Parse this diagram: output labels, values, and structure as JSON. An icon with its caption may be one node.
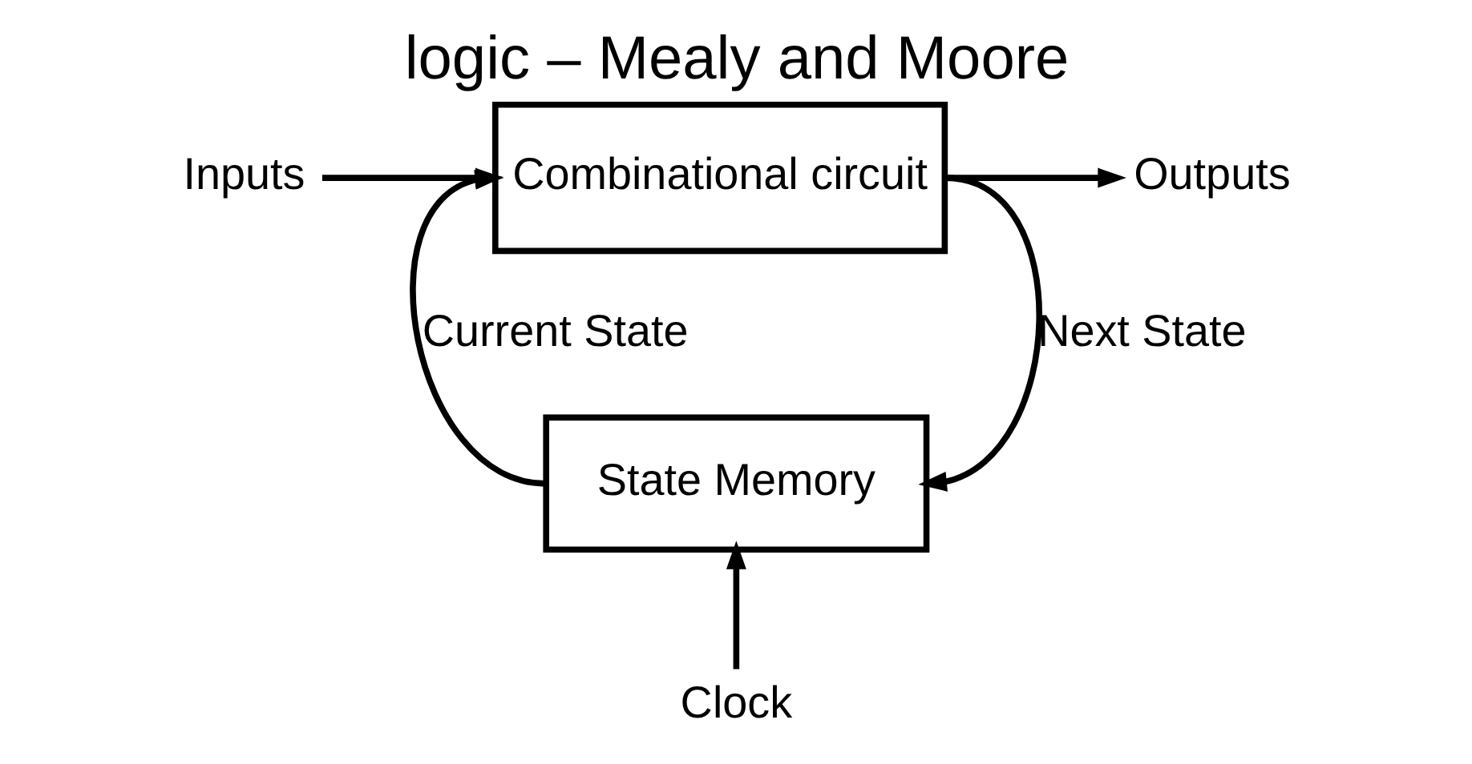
{
  "diagram": {
    "title": "logic – Mealy and Moore",
    "nodes": [
      {
        "text": [
          "Inputs"
        ]
      },
      {
        "text": [
          "Combinational circuit"
        ]
      },
      {
        "text": [
          "Outputs"
        ]
      },
      {
        "text": [
          "State Memory"
        ]
      },
      {
        "text": [
          "Clock"
        ]
      }
    ],
    "edges": [
      {
        "from": 0,
        "to": 1,
        "arrow": "to"
      },
      {
        "from": 1,
        "to": 2,
        "arrow": "to"
      },
      {
        "from": 1,
        "to": 3,
        "arrow": "to",
        "label": "Next State"
      },
      {
        "from": 3,
        "to": 1,
        "arrow": "to",
        "label": "Current State"
      },
      {
        "from": 4,
        "to": 3,
        "arrow": "to"
      }
    ]
  }
}
